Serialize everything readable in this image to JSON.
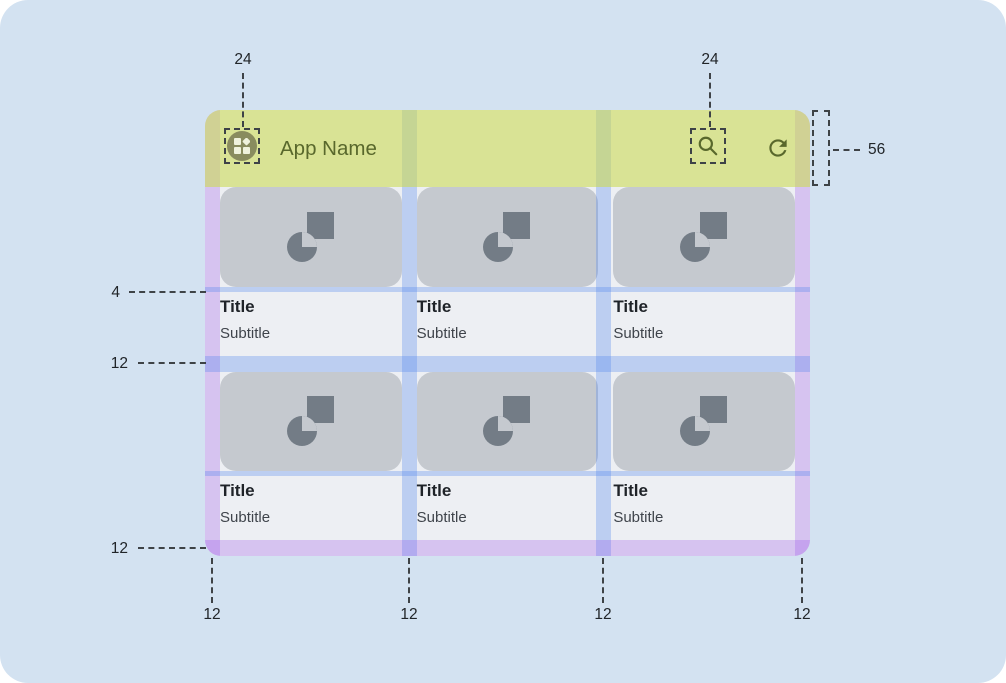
{
  "app": {
    "name": "App Name",
    "cards": [
      {
        "title": "Title",
        "subtitle": "Subtitle"
      },
      {
        "title": "Title",
        "subtitle": "Subtitle"
      },
      {
        "title": "Title",
        "subtitle": "Subtitle"
      },
      {
        "title": "Title",
        "subtitle": "Subtitle"
      },
      {
        "title": "Title",
        "subtitle": "Subtitle"
      },
      {
        "title": "Title",
        "subtitle": "Subtitle"
      }
    ],
    "icons": [
      "dashboard-icon",
      "search-icon",
      "refresh-icon",
      "image-placeholder-icon"
    ]
  },
  "measurements": {
    "nav_icon_size": "24",
    "search_icon_size": "24",
    "app_bar_height": "56",
    "image_text_gap": "4",
    "row_spacing": "12",
    "bottom_margin": "12",
    "left_margin": "12",
    "gutter_1": "12",
    "gutter_2": "12",
    "right_margin": "12"
  },
  "colors": {
    "canvas_background": "#D3E2F1",
    "app_background": "#EDEFF3",
    "app_bar_overlay_green": "#DBE59F",
    "margin_overlay_purple": "#D8C3F1",
    "gutter_overlay_blue": "#BECEF3",
    "placeholder_gray": "#C5C9CF",
    "placeholder_icon_gray": "#737C86",
    "accent_olive": "#59682C",
    "annotation_ink": "#212529"
  }
}
